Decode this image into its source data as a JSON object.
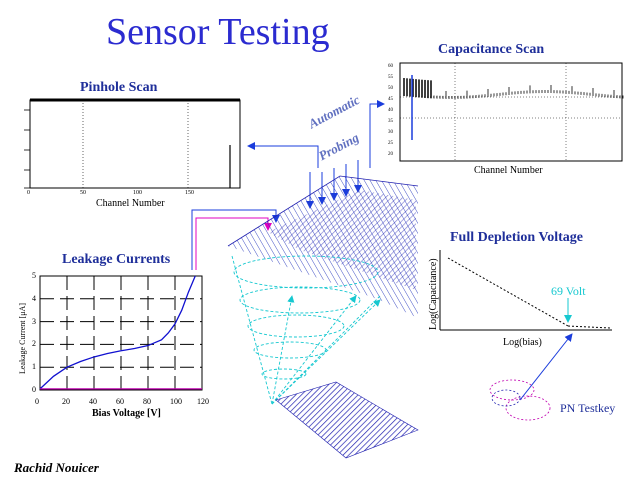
{
  "title": "Sensor Testing",
  "author": "Rachid Nouicer",
  "pinhole_scan": {
    "title": "Pinhole Scan",
    "xlabel": "Channel Number",
    "x_ticks": [
      "0",
      "50",
      "100",
      "150"
    ]
  },
  "capacitance_scan": {
    "title": "Capacitance Scan",
    "xlabel": "Channel Number",
    "y_ticks": [
      "60",
      "55",
      "50",
      "45",
      "40",
      "35",
      "30",
      "25",
      "20"
    ]
  },
  "automatic_probing": {
    "line1": "Automatic",
    "line2": "Probing"
  },
  "leakage_currents": {
    "title": "Leakage Currents",
    "xlabel": "Bias Voltage [V]",
    "ylabel": "Leakage Current [μA]",
    "x_ticks": [
      "0",
      "20",
      "40",
      "60",
      "80",
      "100",
      "120"
    ],
    "y_ticks": [
      "0",
      "1",
      "2",
      "3",
      "4",
      "5"
    ]
  },
  "full_depletion": {
    "title": "Full Depletion Voltage",
    "xlabel": "Log(bias)",
    "ylabel": "Log(Capacitance)",
    "annotation": "69 Volt"
  },
  "pn_testkey": {
    "label": "PN Testkey"
  },
  "colors": {
    "title": "#2b2bd0",
    "panel_title": "#1f2f9a",
    "arrow_blue": "#1a3cdc",
    "arrow_magenta": "#e000c0",
    "cyan": "#16c8d0",
    "sensor_blue": "#2020b0",
    "leak_curve": "#1010d0",
    "leak_flat": "#c000b0"
  },
  "chart_data": [
    {
      "type": "line",
      "title": "Leakage Currents",
      "xlabel": "Bias Voltage [V]",
      "ylabel": "Leakage Current [μA]",
      "xlim": [
        0,
        120
      ],
      "ylim": [
        0,
        5
      ],
      "series": [
        {
          "x": [
            0,
            10,
            20,
            30,
            40,
            50,
            60,
            70,
            80,
            90,
            95,
            100,
            105,
            110,
            115
          ],
          "y": [
            0.05,
            0.6,
            1.0,
            1.25,
            1.45,
            1.6,
            1.72,
            1.82,
            1.95,
            2.2,
            2.5,
            2.9,
            3.5,
            4.3,
            5.0
          ]
        },
        {
          "x": [
            0,
            120
          ],
          "y": [
            0.05,
            0.05
          ]
        }
      ]
    }
  ]
}
